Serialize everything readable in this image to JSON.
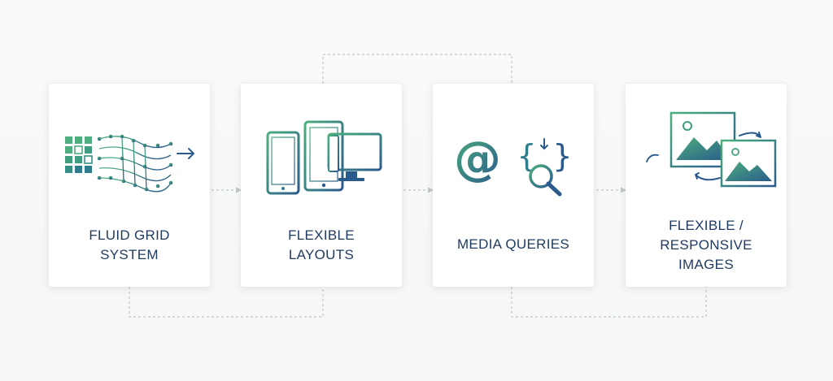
{
  "diagram": {
    "cards": [
      {
        "id": "fluid-grid",
        "label": "FLUID GRID\nSYSTEM",
        "icon": "fluid-grid-icon"
      },
      {
        "id": "flexible-layouts",
        "label": "FLEXIBLE\nLAYOUTS",
        "icon": "devices-icon"
      },
      {
        "id": "media-queries",
        "label": "MEDIA QUERIES",
        "icon": "media-query-icon"
      },
      {
        "id": "responsive-images",
        "label": "FLEXIBLE /\nRESPONSIVE\nIMAGES",
        "icon": "responsive-images-icon"
      }
    ],
    "colors": {
      "green": "#4caf7d",
      "teal": "#2e8a8a",
      "blue": "#2a5a8c",
      "text": "#1e3a5f",
      "connector": "#c2c6c8"
    }
  }
}
